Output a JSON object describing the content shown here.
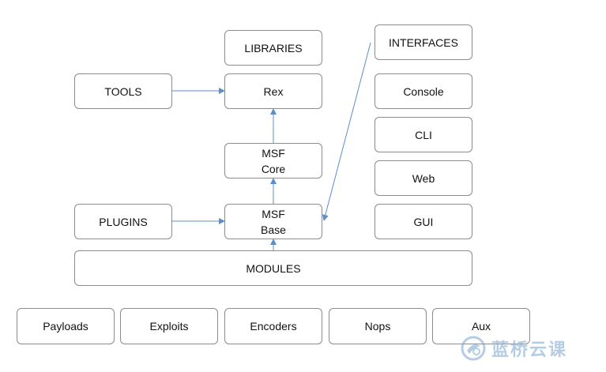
{
  "diagram": {
    "libraries": "LIBRARIES",
    "interfaces": "INTERFACES",
    "tools": "TOOLS",
    "rex": "Rex",
    "console": "Console",
    "cli": "CLI",
    "msf_core": [
      "MSF",
      "Core"
    ],
    "web": "Web",
    "plugins": "PLUGINS",
    "msf_base": [
      "MSF",
      "Base"
    ],
    "gui": "GUI",
    "modules": "MODULES",
    "module_types": [
      "Payloads",
      "Exploits",
      "Encoders",
      "Nops",
      "Aux"
    ]
  },
  "watermark": {
    "text": "蓝桥云课",
    "icon": "lanqiao-logo-icon"
  },
  "colors": {
    "arrow": "#5b8fc9",
    "border": "#8c8c8c",
    "watermark": "#7aa6cf"
  }
}
